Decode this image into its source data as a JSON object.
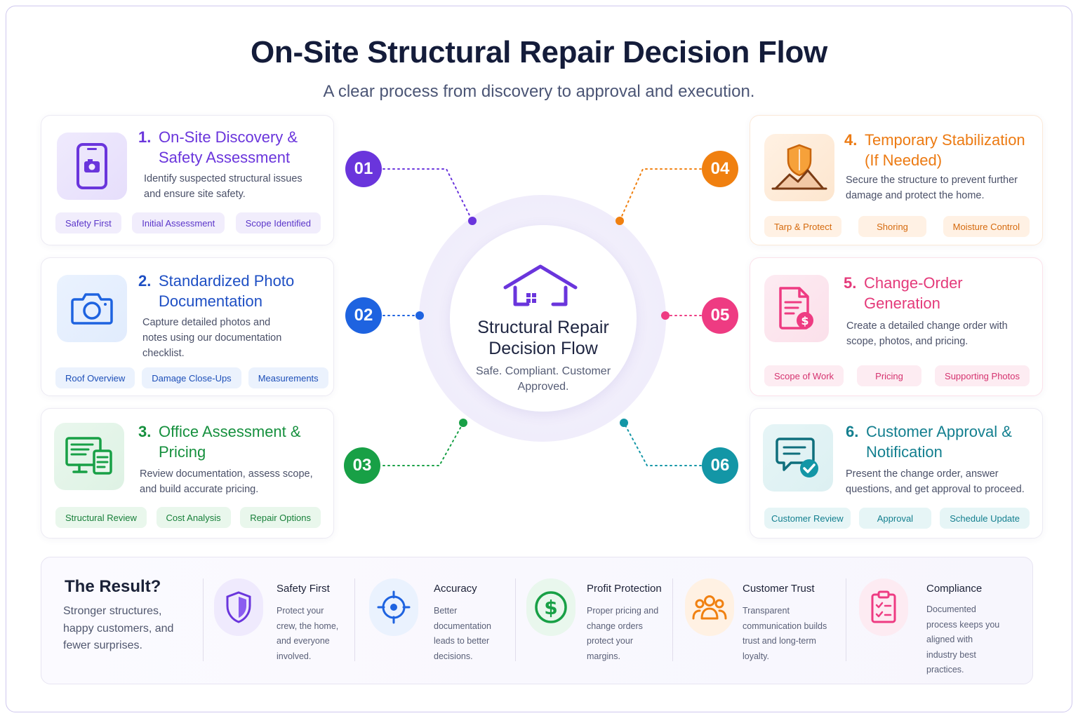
{
  "header": {
    "title": "On-Site Structural Repair Decision Flow",
    "subtitle": "A clear process from discovery to approval and execution."
  },
  "hub": {
    "title": "Structural Repair Decision Flow",
    "subtitle": "Safe. Compliant. Customer Approved."
  },
  "colors": {
    "purple": "#6a35dc",
    "blue": "#1e63e0",
    "green": "#18a046",
    "orange": "#f08010",
    "pink": "#ee3b82",
    "teal": "#1396a6"
  },
  "steps": [
    {
      "number": "01",
      "index": "1.",
      "title": "On-Site Discovery & Safety Assessment",
      "description": "Identify suspected structural issues and ensure site safety.",
      "icon": "phone-camera-icon",
      "tags": [
        "Safety First",
        "Initial Assessment",
        "Scope Identified"
      ]
    },
    {
      "number": "02",
      "index": "2.",
      "title": "Standardized Photo Documentation",
      "description": "Capture detailed photos and notes using our documentation checklist.",
      "icon": "camera-icon",
      "tags": [
        "Roof Overview",
        "Damage Close-Ups",
        "Measurements"
      ]
    },
    {
      "number": "03",
      "index": "3.",
      "title": "Office Assessment & Pricing",
      "description": "Review documentation, assess scope, and build accurate pricing.",
      "icon": "monitor-document-icon",
      "tags": [
        "Structural Review",
        "Cost Analysis",
        "Repair Options"
      ]
    },
    {
      "number": "04",
      "index": "4.",
      "title": "Temporary Stabilization (If Needed)",
      "description": "Secure the structure to prevent further damage and protect the home.",
      "icon": "shield-roof-icon",
      "tags": [
        "Tarp & Protect",
        "Shoring",
        "Moisture Control"
      ]
    },
    {
      "number": "05",
      "index": "5.",
      "title": "Change-Order Generation",
      "description": "Create a detailed change order with scope, photos, and pricing.",
      "icon": "invoice-dollar-icon",
      "tags": [
        "Scope of Work",
        "Pricing",
        "Supporting Photos"
      ]
    },
    {
      "number": "06",
      "index": "6.",
      "title": "Customer Approval & Notification",
      "description": "Present the change order, answer questions, and get approval to proceed.",
      "icon": "chat-check-icon",
      "tags": [
        "Customer Review",
        "Approval",
        "Schedule Update"
      ]
    }
  ],
  "result": {
    "title": "The Result?",
    "description": "Stronger structures, happy customers, and fewer surprises.",
    "benefits": [
      {
        "title": "Safety First",
        "description": "Protect your crew, the home, and everyone involved.",
        "icon": "shield-icon"
      },
      {
        "title": "Accuracy",
        "description": "Better documentation leads to better decisions.",
        "icon": "target-icon"
      },
      {
        "title": "Profit Protection",
        "description": "Proper pricing and change orders protect your margins.",
        "icon": "dollar-icon"
      },
      {
        "title": "Customer Trust",
        "description": "Transparent communication builds trust and long-term loyalty.",
        "icon": "people-icon"
      },
      {
        "title": "Compliance",
        "description": "Documented process keeps you aligned with industry best practices.",
        "icon": "clipboard-check-icon"
      }
    ]
  }
}
